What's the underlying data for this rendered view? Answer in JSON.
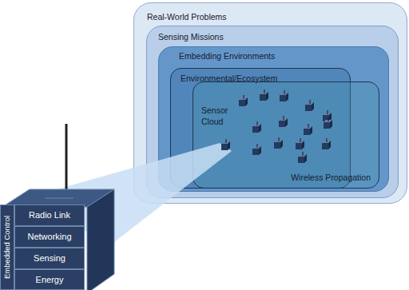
{
  "diagram": {
    "nodes": [
      {
        "text": [
          "Real-World Problems"
        ]
      },
      {
        "text": [
          "Sensing Missions"
        ],
        "in": 0
      },
      {
        "text": [
          "Embedding Environments"
        ],
        "in": 1
      },
      {
        "text": [
          "Environmental/Ecosystem"
        ],
        "in": 2
      },
      {
        "text": [
          "Wireless Propagation"
        ],
        "in": 2
      },
      {
        "text": [
          "Radio Link"
        ]
      },
      {
        "text": [
          "Networking"
        ]
      },
      {
        "text": [
          "Sensing"
        ]
      },
      {
        "text": [
          "Energy"
        ]
      },
      {
        "text": [
          "Embedded Control"
        ]
      }
    ],
    "labels": [
      "Sensor Cloud"
    ]
  }
}
